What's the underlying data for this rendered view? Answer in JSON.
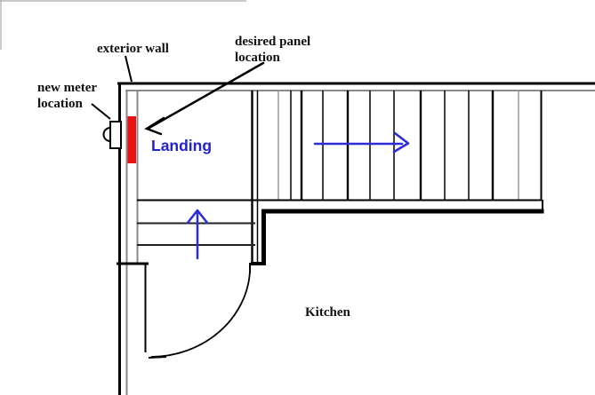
{
  "diagram": {
    "annotations": {
      "new_meter": {
        "line1": "new meter",
        "line2": "location"
      },
      "exterior_wall": {
        "label": "exterior wall"
      },
      "desired_panel": {
        "line1": "desired panel",
        "line2": "location"
      }
    },
    "rooms": {
      "landing": "Landing",
      "kitchen": "Kitchen"
    },
    "colors": {
      "panel_red": "#ee1010",
      "arrow_blue": "#2b2bd8",
      "landing_text_blue": "#2222cc",
      "wall_black": "#000000",
      "inner_line_gray": "#8a8a8a"
    }
  }
}
